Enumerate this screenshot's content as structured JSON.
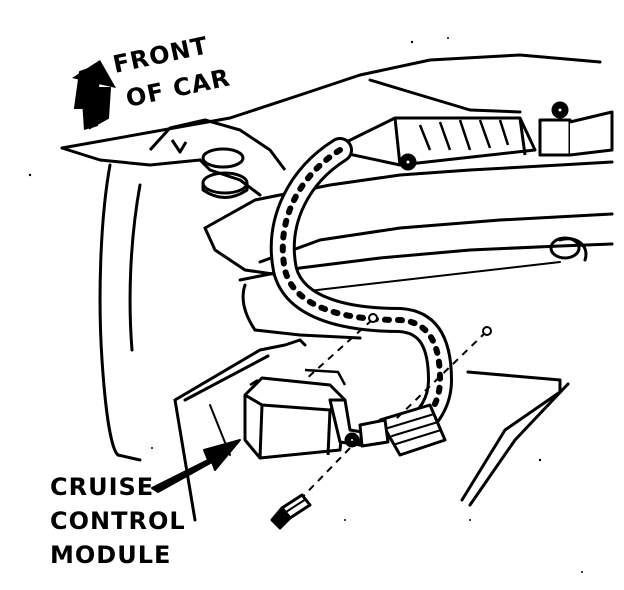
{
  "labels": {
    "front_line1": "FRONT",
    "front_line2": "OF CAR",
    "module_line1": "CRUISE",
    "module_line2": "CONTROL",
    "module_line3": "MODULE"
  },
  "colors": {
    "ink": "#000000",
    "paper": "#ffffff"
  },
  "icons": {
    "direction_arrow": "arrow-pointing-front-icon",
    "callout_arrow": "callout-arrow-icon"
  }
}
